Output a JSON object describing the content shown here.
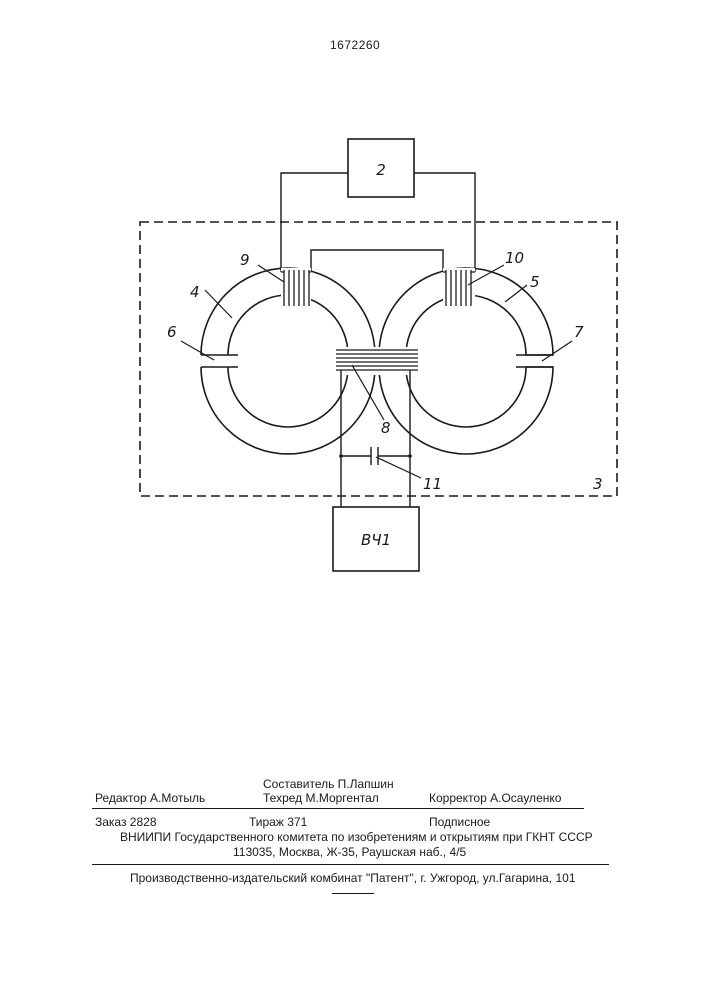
{
  "patent_number": "1672260",
  "diagram": {
    "block_2": "2",
    "block_hf": "ВЧ1",
    "labels": {
      "l3": "3",
      "l4": "4",
      "l5": "5",
      "l6": "6",
      "l7": "7",
      "l8": "8",
      "l9": "9",
      "l10": "10",
      "l11": "11"
    }
  },
  "imprint": {
    "compiler": "Составитель П.Лапшин",
    "editor": "Редактор А.Мотыль",
    "tech_editor": "Техред М.Моргентал",
    "proofreader": "Корректор А.Осауленко",
    "order": "Заказ 2828",
    "circulation": "Тираж 371",
    "subscription": "Подписное",
    "institution": "ВНИИПИ Государственного комитета по изобретениям и открытиям при ГКНТ СССР",
    "address": "113035, Москва, Ж-35, Раушская наб., 4/5",
    "publisher": "Производственно-издательский комбинат \"Патент\", г. Ужгород, ул.Гагарина, 101"
  }
}
